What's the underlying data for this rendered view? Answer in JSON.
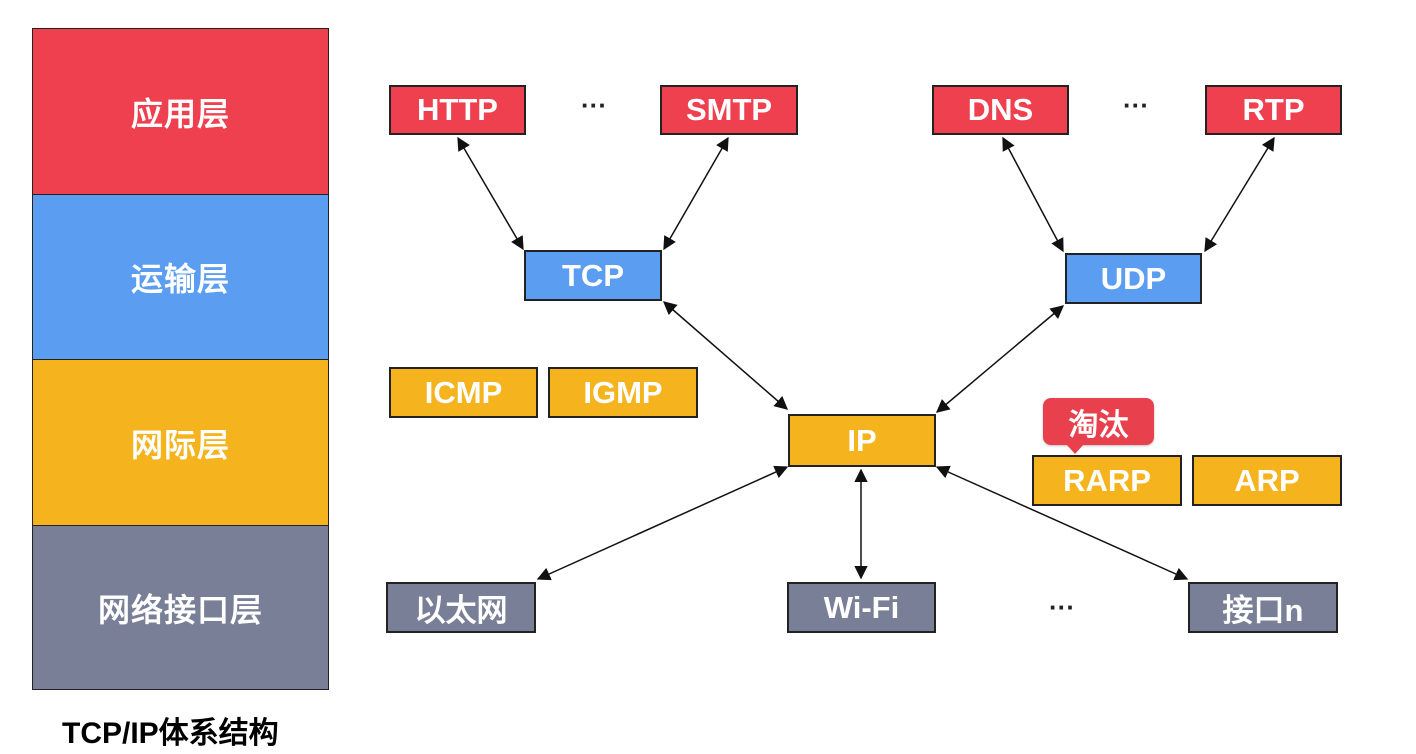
{
  "colors": {
    "application": "#ef4050",
    "transport": "#5b9df0",
    "internet": "#f5b41e",
    "link": "#7a7f98",
    "deprecated_badge": "#e9404d"
  },
  "layers": {
    "application": "应用层",
    "transport": "运输层",
    "internet": "网际层",
    "link": "网络接口层"
  },
  "caption": "TCP/IP体系结构",
  "application_protocols": {
    "http": "HTTP",
    "smtp": "SMTP",
    "dns": "DNS",
    "rtp": "RTP",
    "ellipsis_left": "···",
    "ellipsis_right": "···"
  },
  "transport_protocols": {
    "tcp": "TCP",
    "udp": "UDP"
  },
  "internet_protocols": {
    "ip": "IP",
    "icmp": "ICMP",
    "igmp": "IGMP",
    "rarp": "RARP",
    "arp": "ARP",
    "rarp_badge": "淘汰"
  },
  "link_interfaces": {
    "ethernet": "以太网",
    "wifi": "Wi-Fi",
    "ellipsis": "···",
    "interface_n": "接口n"
  }
}
